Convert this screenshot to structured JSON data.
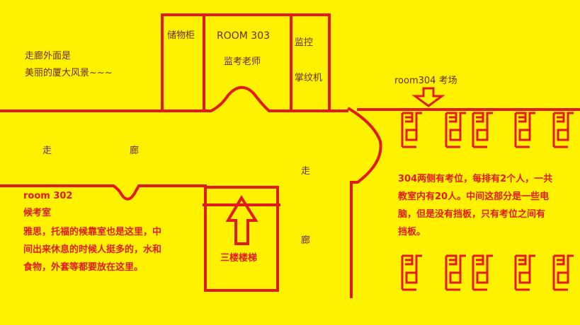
{
  "colors": {
    "background": "#FFF200",
    "wall": "#E21A1A",
    "text_dark": "#6B2A0C",
    "text_red": "#E21A1A"
  },
  "labels": {
    "corridor_outside_1": "走廊外面是",
    "corridor_outside_2": "美丽的厦大风景~~~",
    "locker": "储物柜",
    "room303_name": "ROOM 303",
    "room303_sub": "监考老师",
    "monitor_1": "监控",
    "monitor_2": "掌纹机",
    "room304": "room304  考场",
    "corridor_left_1": "走",
    "corridor_left_2": "廊",
    "corridor_right_1": "走",
    "corridor_right_2": "廊",
    "room302_name": "room 302",
    "room302_sub": "候考室",
    "room302_desc_1": "雅思，托福的候靠室也是这里，中",
    "room302_desc_2": "间出来休息的时候人挺多的，水和",
    "room302_desc_3": "食物，外套等都要放在这里。",
    "stairs": "三楼楼梯",
    "room304_desc_1": "304两侧有考位，每排有2个人，一共",
    "room304_desc_2": "教室内有20人。中间这部分是一些电",
    "room304_desc_3": "脑，但是没有挡板，只有考位之间有",
    "room304_desc_4": "挡板。"
  },
  "icons": {
    "seat": "seat-icon",
    "arrow_down": "arrow-down-icon",
    "arrow_up": "arrow-up-icon"
  }
}
